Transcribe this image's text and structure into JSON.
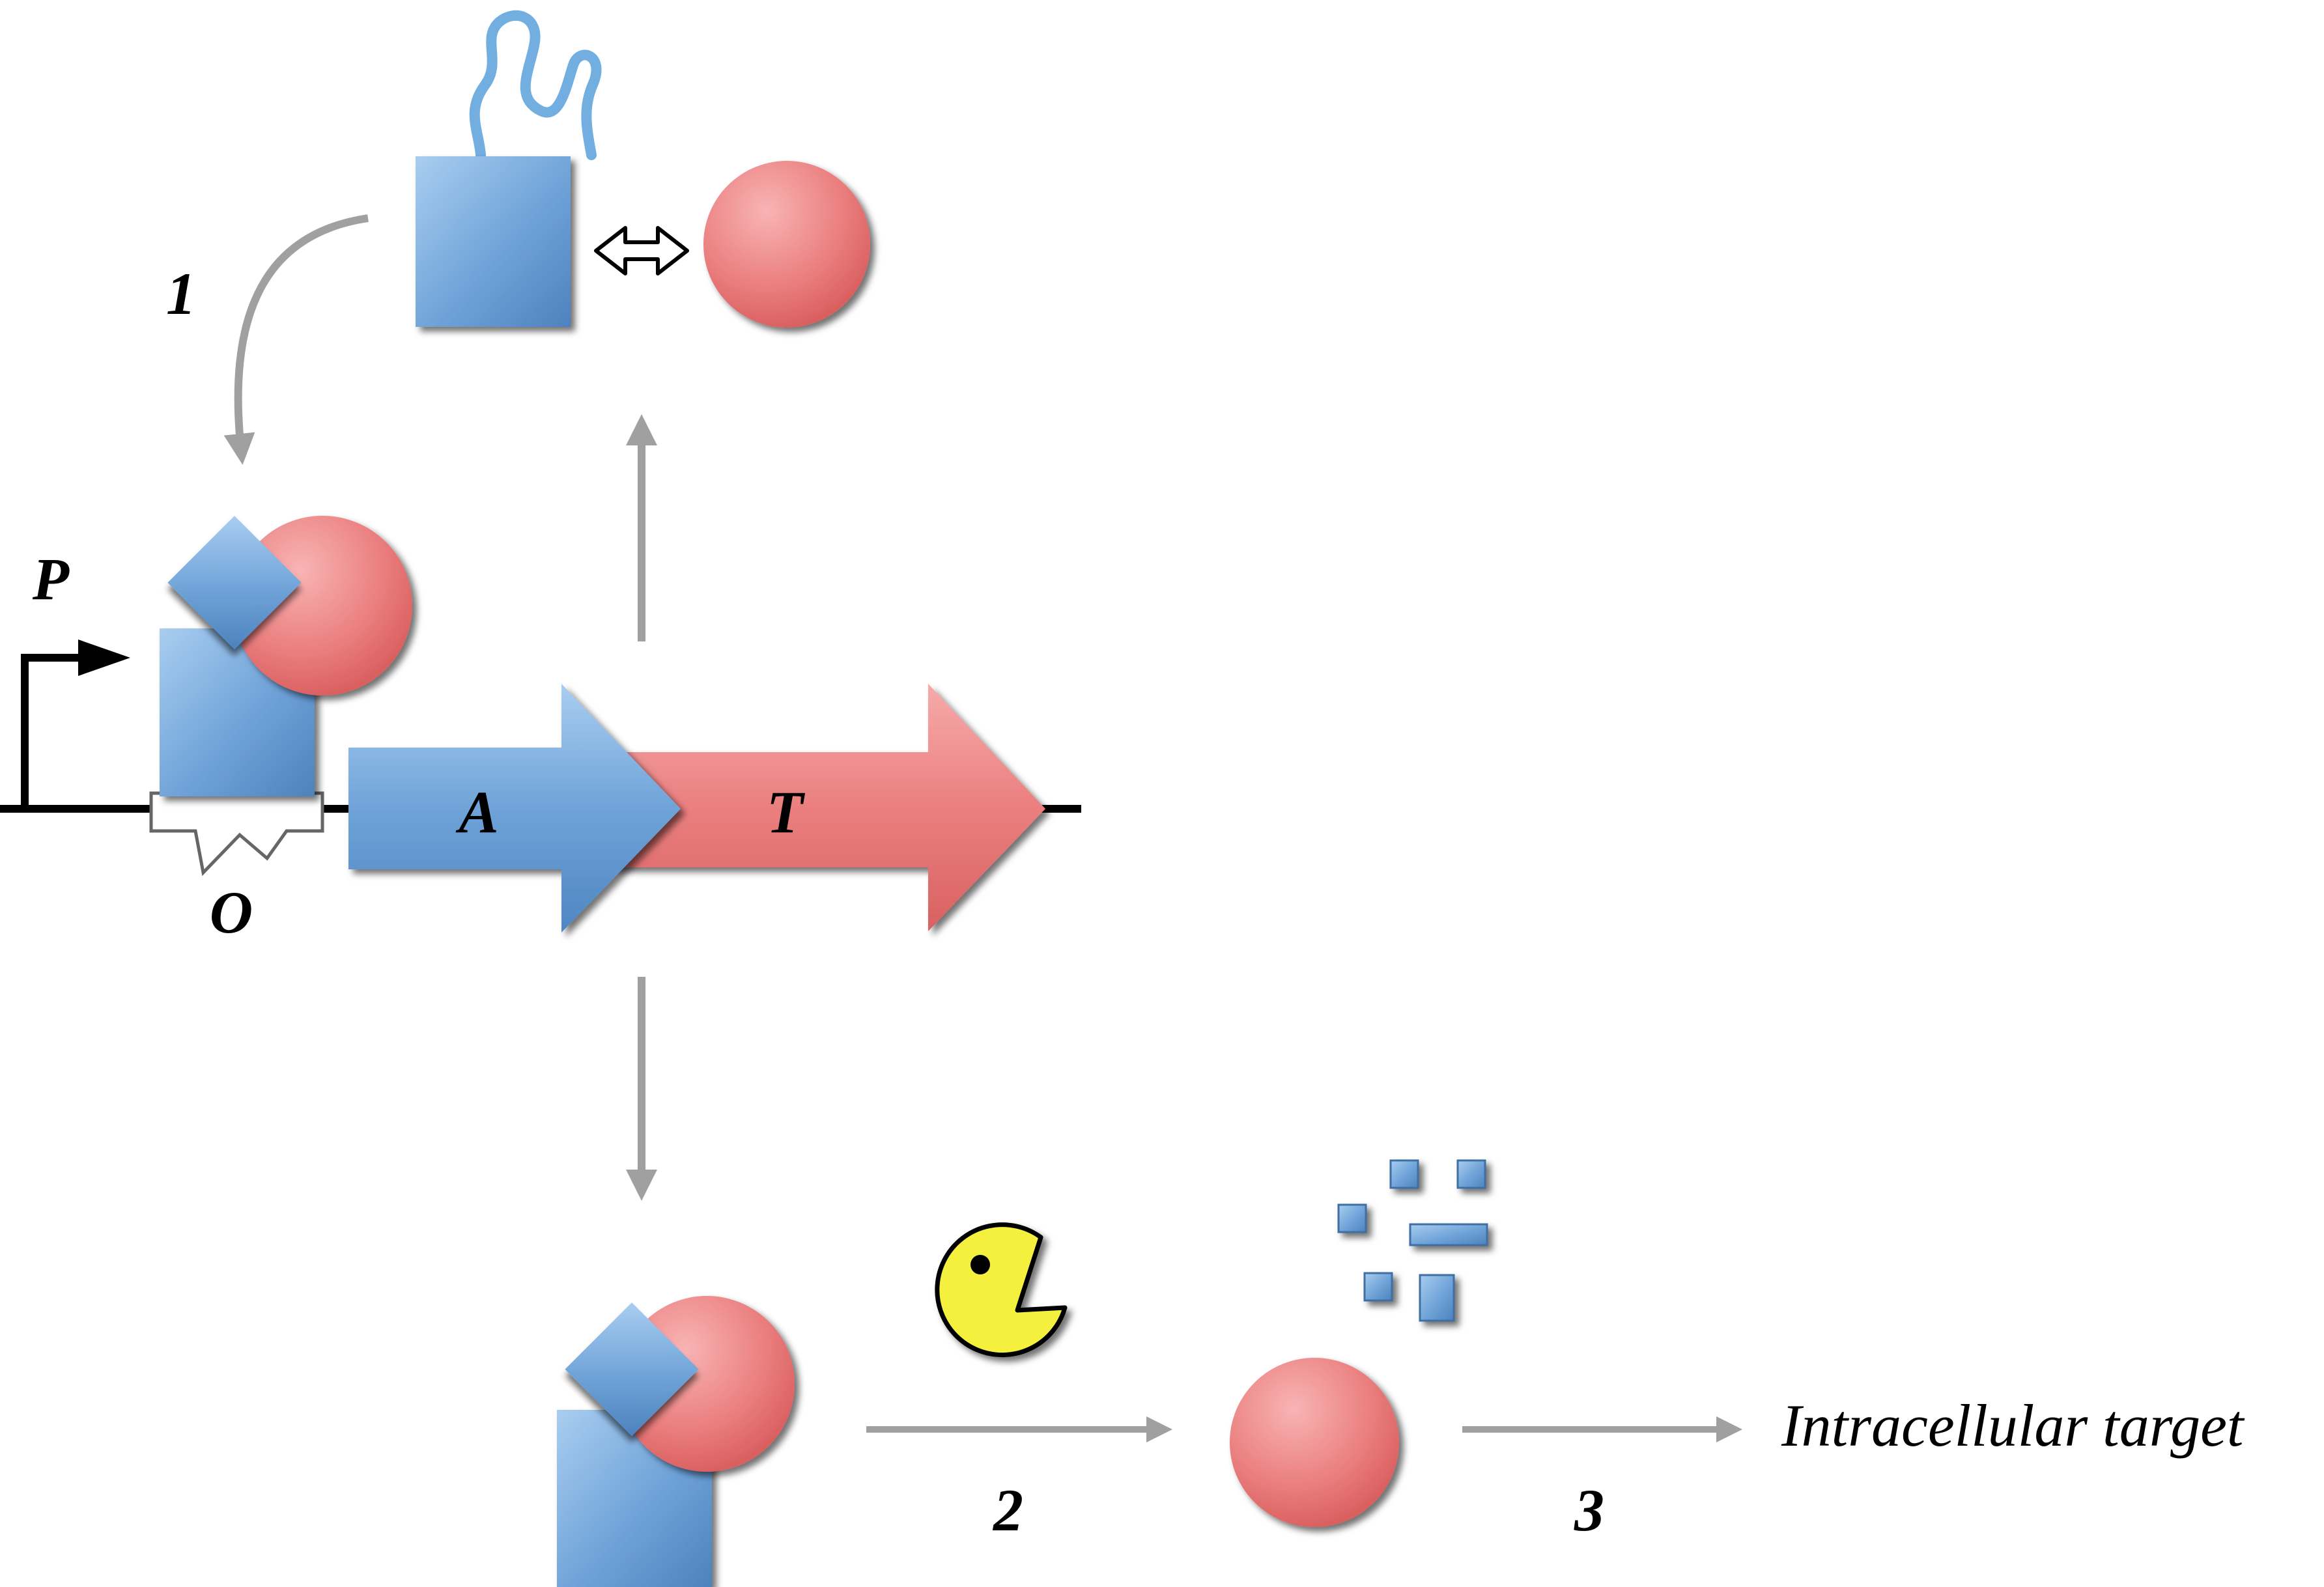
{
  "labels": {
    "step1": "1",
    "step2": "2",
    "step3": "3",
    "promoter": "P",
    "operator": "O",
    "gene_a": "A",
    "gene_t": "T",
    "target": "Intracellular target"
  },
  "colors": {
    "blue": "#6fa3d8",
    "red": "#eb7f7f",
    "grey_arrow": "#a0a0a0",
    "yellow": "#f5ef3c",
    "tail": "#73aee0",
    "dna": "#000000"
  },
  "icons": {
    "flexible_tail": "squiggle-tail-icon",
    "reversible": "double-arrow-icon",
    "protease": "pacman-protease-icon",
    "fragments": "degradation-fragments-icon"
  }
}
